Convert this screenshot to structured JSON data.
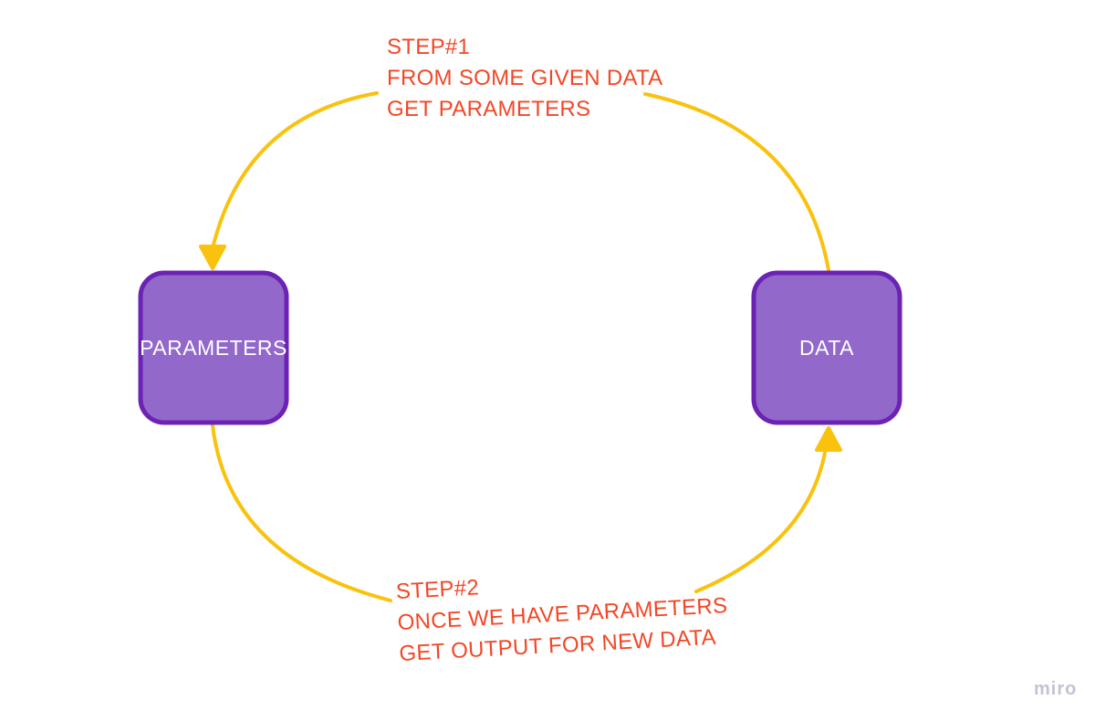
{
  "canvas": {
    "background": "#ffffff"
  },
  "nodes": {
    "parameters": {
      "label": "PARAMETERS",
      "fill": "#9268cb",
      "border": "#6c22b4",
      "text_color": "#ffffff"
    },
    "data": {
      "label": "DATA",
      "fill": "#9268cb",
      "border": "#6c22b4",
      "text_color": "#ffffff"
    }
  },
  "annotations": {
    "step1": {
      "lines": [
        "STEP#1",
        "FROM SOME GIVEN DATA",
        "GET PARAMETERS"
      ],
      "color": "#f24726"
    },
    "step2": {
      "lines": [
        "STEP#2",
        "ONCE WE HAVE PARAMETERS",
        "GET OUTPUT FOR NEW DATA"
      ],
      "color": "#f24726"
    }
  },
  "connectors": {
    "color": "#f9c20d"
  },
  "watermark": {
    "label": "miro",
    "color": "#c3c2d4"
  }
}
